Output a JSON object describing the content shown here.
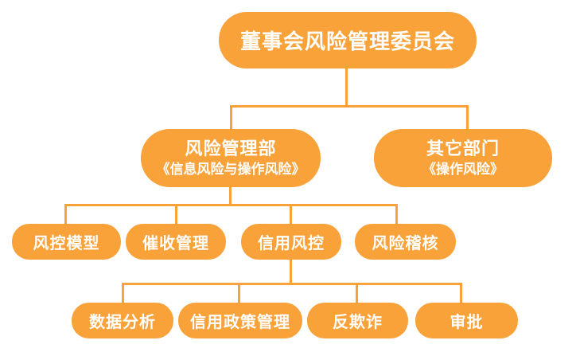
{
  "colors": {
    "node_fill": "#F9A23A",
    "node_text": "#FFFFFF",
    "connector": "#F9A23A",
    "background": "#FFFFFF"
  },
  "org": {
    "root": {
      "label": "董事会风险管理委员会"
    },
    "level2": [
      {
        "label": "风险管理部",
        "sublabel": "《信息风险与操作风险》",
        "parent": "董事会风险管理委员会"
      },
      {
        "label": "其它部门",
        "sublabel": "《操作风险》",
        "parent": "董事会风险管理委员会"
      }
    ],
    "level3": [
      {
        "label": "风控模型",
        "parent": "风险管理部"
      },
      {
        "label": "催收管理",
        "parent": "风险管理部"
      },
      {
        "label": "信用风控",
        "parent": "风险管理部"
      },
      {
        "label": "风险稽核",
        "parent": "风险管理部"
      }
    ],
    "level4": [
      {
        "label": "数据分析",
        "parent": "信用风控"
      },
      {
        "label": "信用政策管理",
        "parent": "信用风控"
      },
      {
        "label": "反欺诈",
        "parent": "信用风控"
      },
      {
        "label": "审批",
        "parent": "信用风控"
      }
    ]
  }
}
